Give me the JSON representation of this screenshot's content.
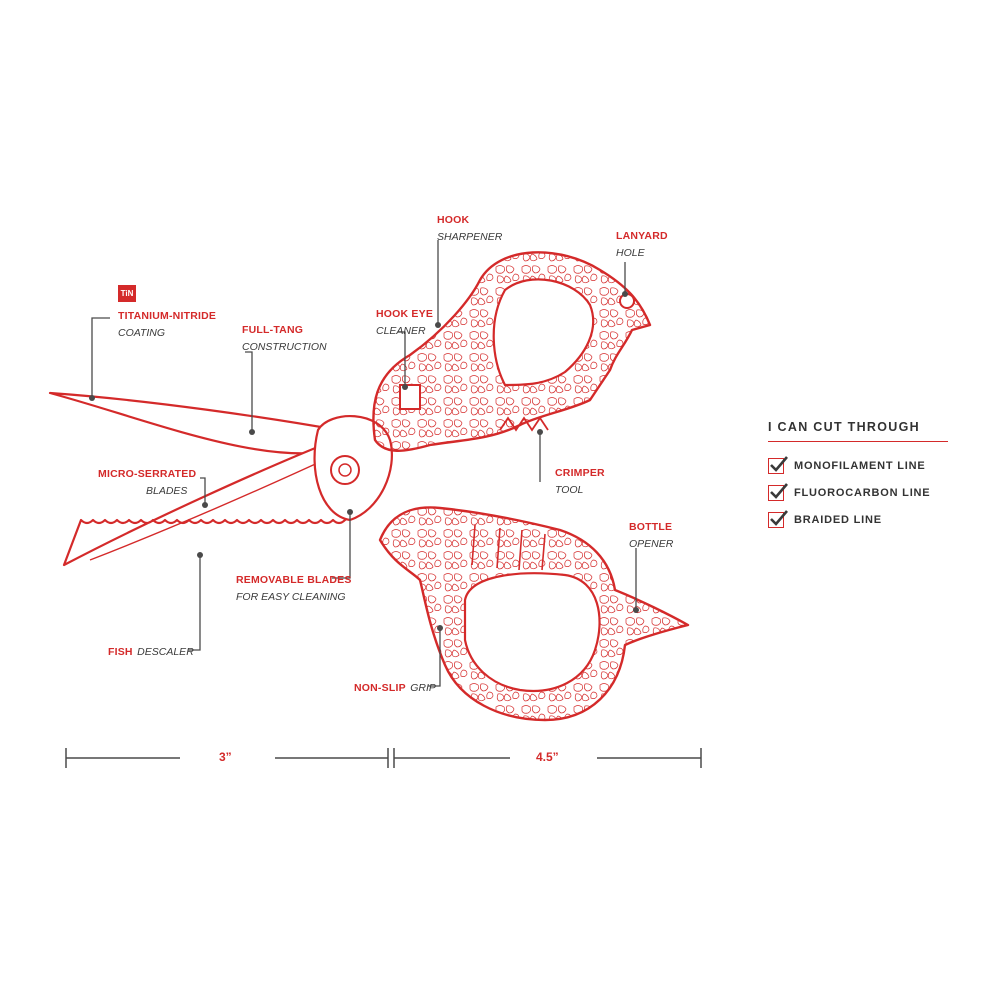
{
  "colors": {
    "accent": "#d42a2a",
    "text": "#3a3a3a",
    "leader": "#4a4a4a"
  },
  "badge": {
    "text": "TiN"
  },
  "callouts": {
    "tin_coating": {
      "title": "TITANIUM-NITRIDE",
      "sub": "COATING"
    },
    "full_tang": {
      "title": "FULL-TANG",
      "sub": "CONSTRUCTION"
    },
    "hook_eye": {
      "title": "HOOK EYE",
      "sub": "CLEANER"
    },
    "hook_sharpener": {
      "title": "HOOK",
      "sub": "SHARPENER"
    },
    "lanyard": {
      "title": "LANYARD",
      "sub": "HOLE"
    },
    "crimper": {
      "title": "CRIMPER",
      "sub": "TOOL"
    },
    "micro_serrated": {
      "title": "MICRO-SERRATED",
      "sub": "BLADES"
    },
    "removable": {
      "title": "REMOVABLE BLADES",
      "sub": "FOR EASY CLEANING"
    },
    "bottle": {
      "title": "BOTTLE",
      "sub": "OPENER"
    },
    "fish": {
      "title": "FISH",
      "sub": "DESCALER"
    },
    "non_slip": {
      "title": "NON-SLIP",
      "sub": "GRIP"
    }
  },
  "dimensions": {
    "blade_length": "3”",
    "handle_length": "4.5”"
  },
  "legend": {
    "heading": "I CAN CUT THROUGH",
    "items": [
      "MONOFILAMENT LINE",
      "FLUOROCARBON LINE",
      "BRAIDED LINE"
    ],
    "checkbox_icon": "check-icon"
  }
}
